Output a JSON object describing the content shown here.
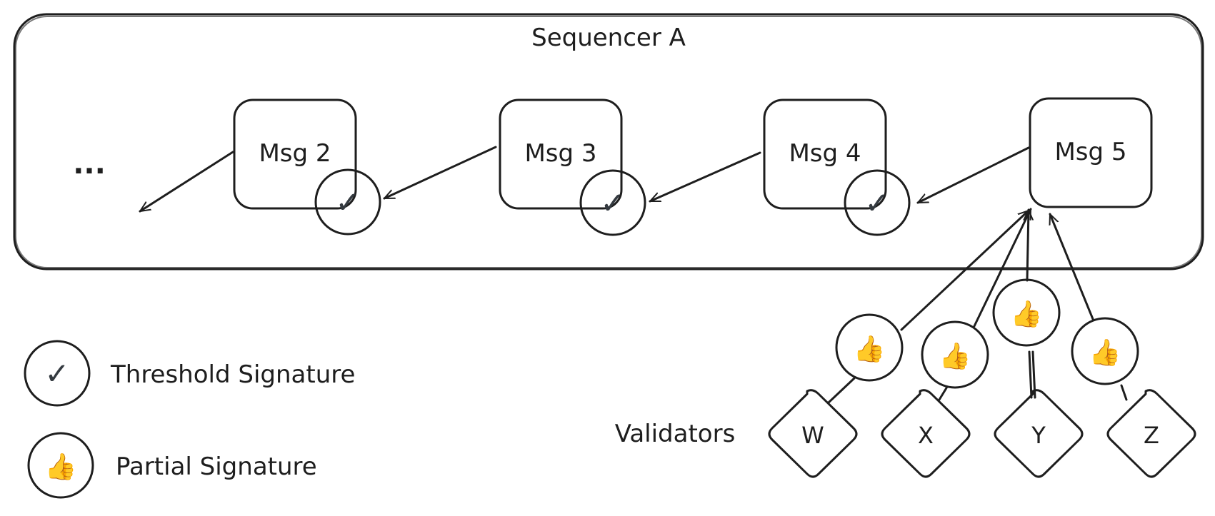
{
  "sequencer": {
    "title": "Sequencer A",
    "fill": "#f8f9fa"
  },
  "ellipsis": "...",
  "messages": [
    {
      "label": "Msg 2",
      "threshold_check": "✓"
    },
    {
      "label": "Msg 3",
      "threshold_check": "✓"
    },
    {
      "label": "Msg 4",
      "threshold_check": "✓"
    },
    {
      "label": "Msg 5"
    }
  ],
  "validators_label": "Validators",
  "validators": [
    {
      "label": "W",
      "color": "#ffec99",
      "partial": "👍"
    },
    {
      "label": "X",
      "color": "#ff8787",
      "partial": "👍"
    },
    {
      "label": "Y",
      "color": "#e5b8f4",
      "partial": "👍"
    },
    {
      "label": "Z",
      "color": "#a5d8ff",
      "partial": "👍"
    }
  ],
  "legend": {
    "threshold": {
      "label": "Threshold Signature",
      "symbol": "✓",
      "color": "#b2f2bb"
    },
    "partial": {
      "label": "Partial Signature",
      "symbol": "👍",
      "color": "#ffffff"
    }
  },
  "colors": {
    "threshold_green": "#b2f2bb",
    "ink": "#1e1e1e"
  }
}
